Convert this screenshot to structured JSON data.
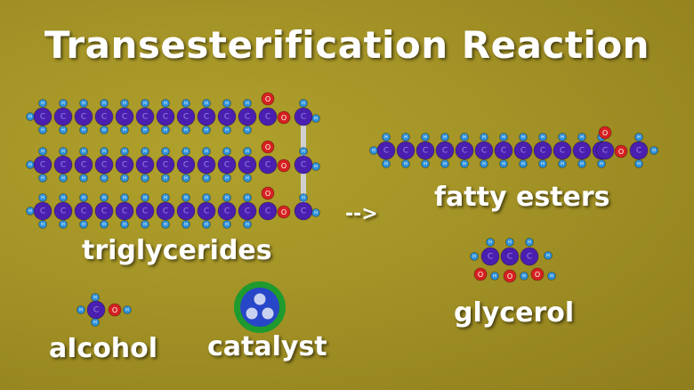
{
  "title": "Transesterification Reaction",
  "labels": {
    "triglycerides": "triglycerides",
    "arrow": "-->",
    "fatty_esters": "fatty esters",
    "glycerol": "glycerol",
    "alcohol": "aIcohol",
    "catalyst": "catalyst"
  },
  "atoms": {
    "carbon": "C",
    "hydrogen": "H",
    "oxygen": "O"
  },
  "colors": {
    "carbon": "#4a1fb0",
    "hydrogen": "#2a8ed6",
    "oxygen": "#d62020",
    "catalyst_ring": "#1e9a2e",
    "catalyst_core": "#2846c8",
    "bond": "#d0d0d0"
  }
}
